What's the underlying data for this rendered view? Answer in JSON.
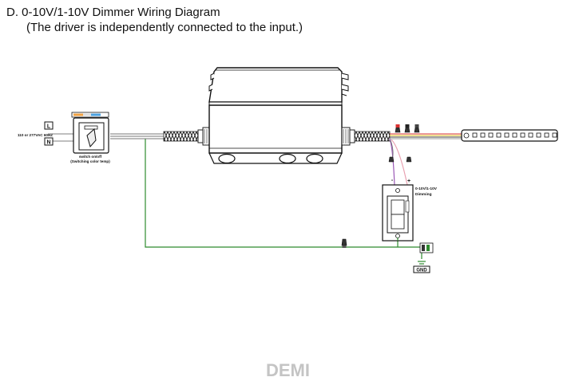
{
  "diagram": {
    "title": "D. 0-10V/1-10V Dimmer Wiring Diagram",
    "subtitle": "(The driver is independently connected to the input.)",
    "input": {
      "terminal_l": "L",
      "terminal_n": "N",
      "voltage_label": "110 or 277VAC 60HZ",
      "switch_label_line1": "switch on/off",
      "switch_label_line2": "(Switching color temp)"
    },
    "dimmer": {
      "label_line1": "0-10V/1-10V",
      "label_line2": "Dimming",
      "minus_symbol": "-",
      "plus_symbol": "+"
    },
    "ground_label": "GND",
    "watermark": "DEMI",
    "colors": {
      "ground_wire": "#2e8b2e",
      "dim_wire_purple": "#9b59b6",
      "dim_wire_pink": "#e8a0b0",
      "switch_orange": "#f0a040",
      "switch_blue": "#4aa0e0",
      "led_wire_red": "#d83030",
      "led_wire_yellow": "#e0c020"
    }
  }
}
